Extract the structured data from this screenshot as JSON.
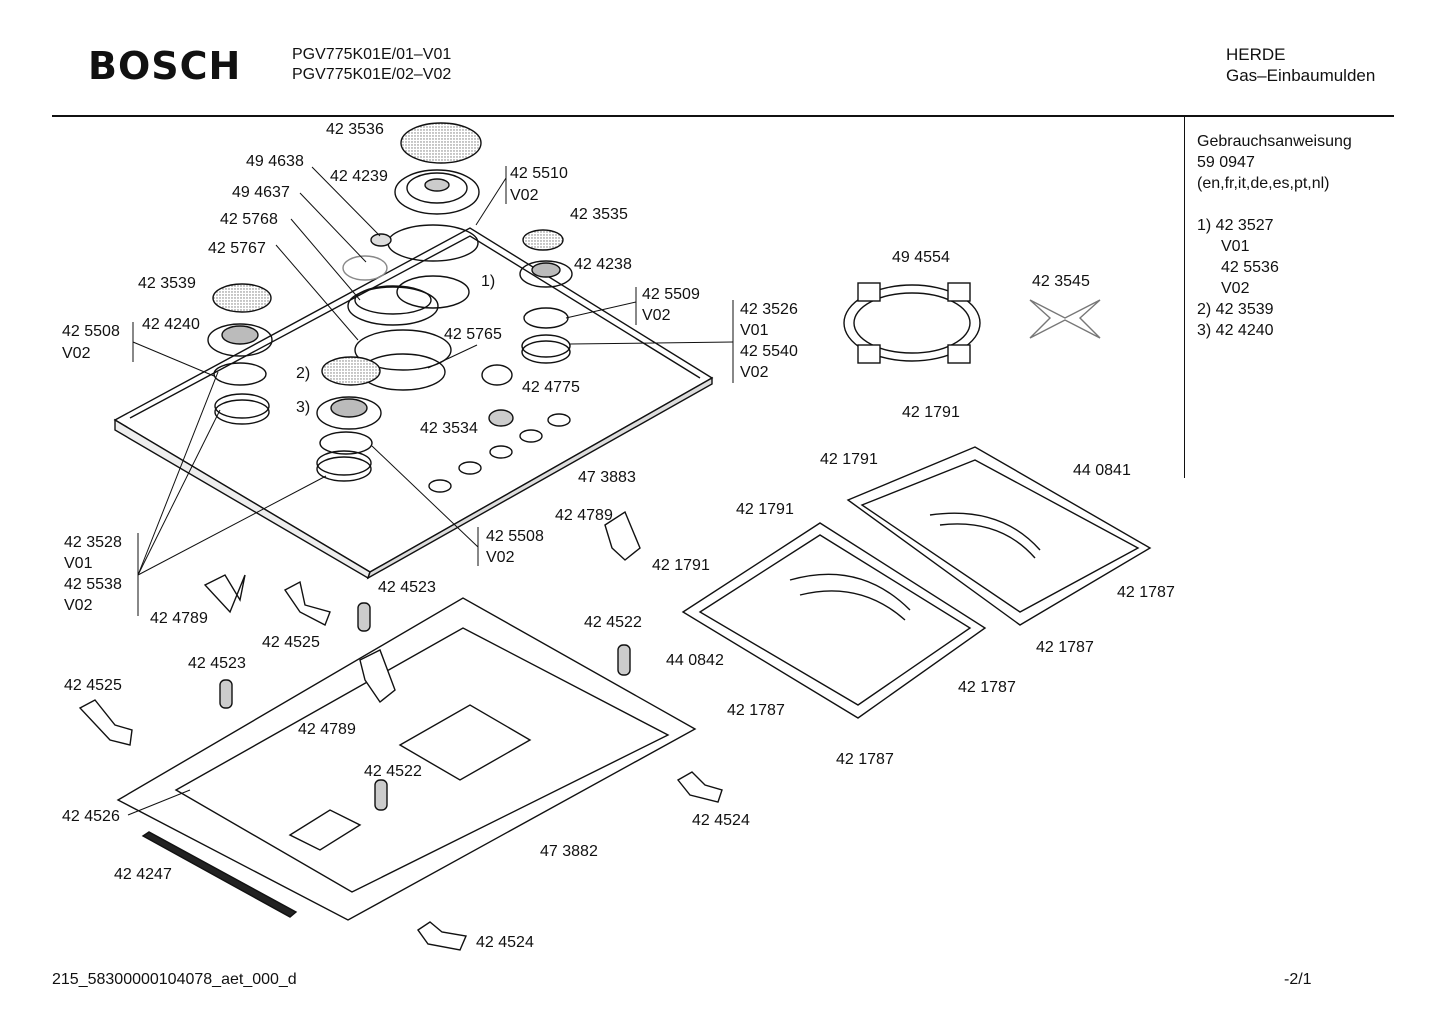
{
  "header": {
    "brand": "BOSCH",
    "model_line_1": "PGV775K01E/01–V01",
    "model_line_2": "PGV775K01E/02–V02",
    "category_line_1": "HERDE",
    "category_line_2": "Gas–Einbaumulden"
  },
  "sidebar": {
    "rows": [
      "Gebrauchsanweisung",
      "59 0947",
      "(en,fr,it,de,es,pt,nl)",
      "",
      "1) 42 3527",
      "V01",
      "42 5536",
      "V02",
      "2) 42 3539",
      "3) 42 4240"
    ]
  },
  "labels": [
    "42 3536",
    "49 4638",
    "42 4239",
    "42 5510",
    "V02",
    "49 4637",
    "42 5768",
    "42 3535",
    "42 5767",
    "42 4238",
    "1)",
    "42 3539",
    "42 5509",
    "V02",
    "42 3526",
    "V01",
    "42 5540",
    "V02",
    "42 5508",
    "V02",
    "42 4240",
    "42 5765",
    "2)",
    "42 4775",
    "3)",
    "42 3534",
    "47 3883",
    "42 3528",
    "V01",
    "42 5538",
    "V02",
    "42 5508",
    "V02",
    "42 4789",
    "42 4523",
    "42 4789",
    "42 4525",
    "42 4522",
    "42 4523",
    "42 4525",
    "42 4789",
    "42 4522",
    "42 4526",
    "42 4524",
    "47 3882",
    "42 4247",
    "42 4524",
    "49 4554",
    "42 3545",
    "42 1791",
    "42 1791",
    "44 0841",
    "42 1791",
    "42 1791",
    "42 1787",
    "42 1787",
    "44 0842",
    "42 1787",
    "42 1787",
    "42 1787"
  ],
  "footer": {
    "doc_id": "215_58300000104078_aet_000_d",
    "page": "-2/1"
  }
}
